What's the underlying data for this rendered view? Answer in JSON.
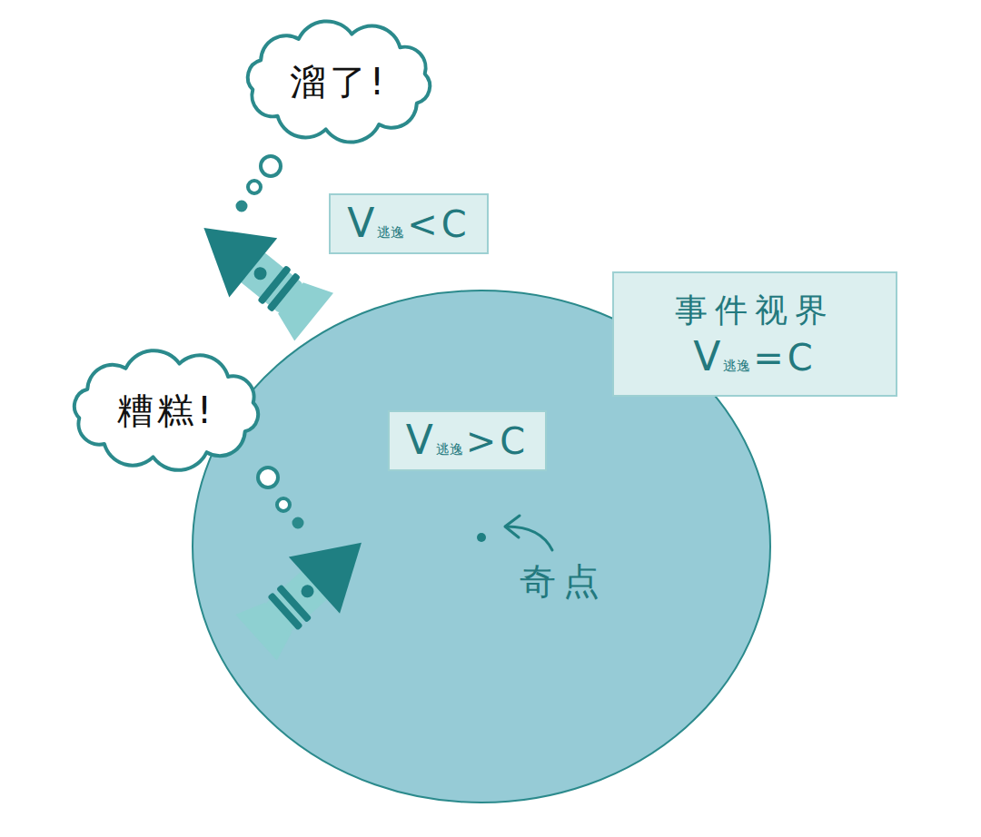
{
  "diagram": {
    "nodes": [
      {
        "text": [
          "溜了!"
        ]
      },
      {
        "text": [
          "V",
          "逃逸",
          "<C"
        ]
      },
      {
        "text": [
          "奇点"
        ]
      },
      {
        "text": [
          "事件视界",
          "V",
          "逃逸",
          "=C"
        ]
      },
      {
        "text": [
          "糟糕!"
        ]
      },
      {
        "text": [
          "V",
          "逃逸",
          ">C"
        ],
        "in": 2
      }
    ]
  }
}
